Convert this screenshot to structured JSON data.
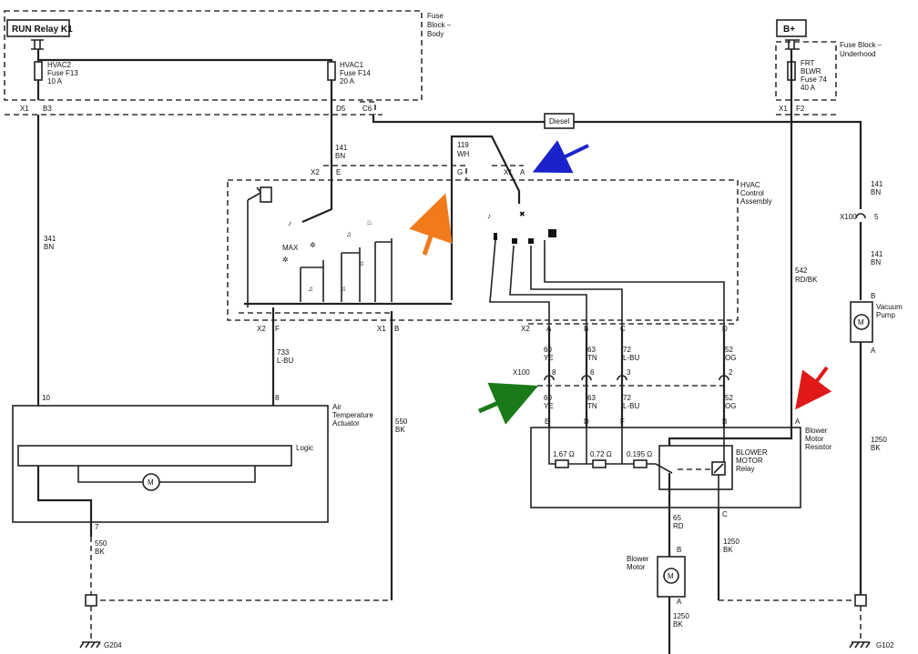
{
  "relay": {
    "run_relay": "RUN Relay K1",
    "bplus": "B+"
  },
  "fuse_block_body": [
    "Fuse",
    "Block –",
    "Body"
  ],
  "fuse_block_underhood": [
    "Fuse Block –",
    "Underhood"
  ],
  "fuses": {
    "f13": [
      "HVAC2",
      "Fuse F13",
      "10 A"
    ],
    "f14": [
      "HVAC1",
      "Fuse F14",
      "20 A"
    ],
    "f74": [
      "FRT",
      "BLWR",
      "Fuse 74",
      "40 A"
    ]
  },
  "connectors": {
    "x1_left": "X1",
    "b3": "B3",
    "d5": "D5",
    "c6": "C6",
    "x1_right": "X1",
    "f2": "F2",
    "x2_top": "X2",
    "e_top": "E",
    "g_top": "G",
    "x1_top": "X1",
    "a_top": "A",
    "x2_bot": "X2",
    "f_bot": "F",
    "x1_bot": "X1",
    "b_bot": "B",
    "x2_right": "X2",
    "a_r": "A",
    "b_r": "B",
    "c_r": "C",
    "d_r": "D",
    "x100_top": "X100",
    "pin5": "5",
    "x100_mid": "X100",
    "pin8": "8",
    "pin6": "6",
    "pin3": "3",
    "pin2": "2",
    "e_res": "E",
    "d_res": "D",
    "f_res": "F",
    "b_res": "B",
    "a_res": "A",
    "c_relay": "C",
    "pin10": "10",
    "pin8_act": "8",
    "pin7": "7",
    "vac_b": "B",
    "vac_a": "A",
    "mot_b": "B",
    "mot_a": "A"
  },
  "diesel": "Diesel",
  "wires": {
    "w341": [
      "341",
      "BN"
    ],
    "w141a": [
      "141",
      "BN"
    ],
    "w119": [
      "119",
      "WH"
    ],
    "w141b": [
      "141",
      "BN"
    ],
    "w141c": [
      "141",
      "BN"
    ],
    "w542": [
      "542",
      "RD/BK"
    ],
    "w733": [
      "733",
      "L-BU"
    ],
    "w550a": [
      "550",
      "BK"
    ],
    "w550b": [
      "550",
      "BK"
    ],
    "w60a": [
      "60",
      "YE"
    ],
    "w63a": [
      "63",
      "TN"
    ],
    "w72a": [
      "72",
      "L-BU"
    ],
    "w52a": [
      "52",
      "OG"
    ],
    "w60b": [
      "60",
      "YE"
    ],
    "w63b": [
      "63",
      "TN"
    ],
    "w72b": [
      "72",
      "L-BU"
    ],
    "w52b": [
      "52",
      "OG"
    ],
    "w65": [
      "65",
      "RD"
    ],
    "w1250a": [
      "1250",
      "BK"
    ],
    "w1250b": [
      "1250",
      "BK"
    ],
    "w1250c": [
      "1250",
      "BK"
    ]
  },
  "hvac_assembly": [
    "HVAC",
    "Control",
    "Assembly"
  ],
  "max": "MAX",
  "actuator": {
    "label": [
      "Air",
      "Temperature",
      "Actuator"
    ],
    "logic": "Logic",
    "motor": "M"
  },
  "resistor": {
    "label": [
      "Blower",
      "Motor",
      "Resistor"
    ],
    "r1": "1.67 Ω",
    "r2": "0.72 Ω",
    "r3": "0.195 Ω"
  },
  "relay_box": [
    "BLOWER",
    "MOTOR",
    "Relay"
  ],
  "blower_motor": {
    "label": [
      "Blower",
      "Motor"
    ],
    "symbol": "M"
  },
  "vacuum_pump": {
    "label": [
      "Vacuum",
      "Pump"
    ],
    "symbol": "M"
  },
  "grounds": {
    "g204": "G204",
    "g102": "G102"
  },
  "arrows": {
    "blue": "#1a22cc",
    "orange": "#f07a1c",
    "green": "#1a7a1a",
    "red": "#e01818"
  },
  "icons": [
    "arrow-icon",
    "motor-icon",
    "ground-icon",
    "fan-icon",
    "snowflake-icon",
    "defrost-icon",
    "vent-icon"
  ]
}
